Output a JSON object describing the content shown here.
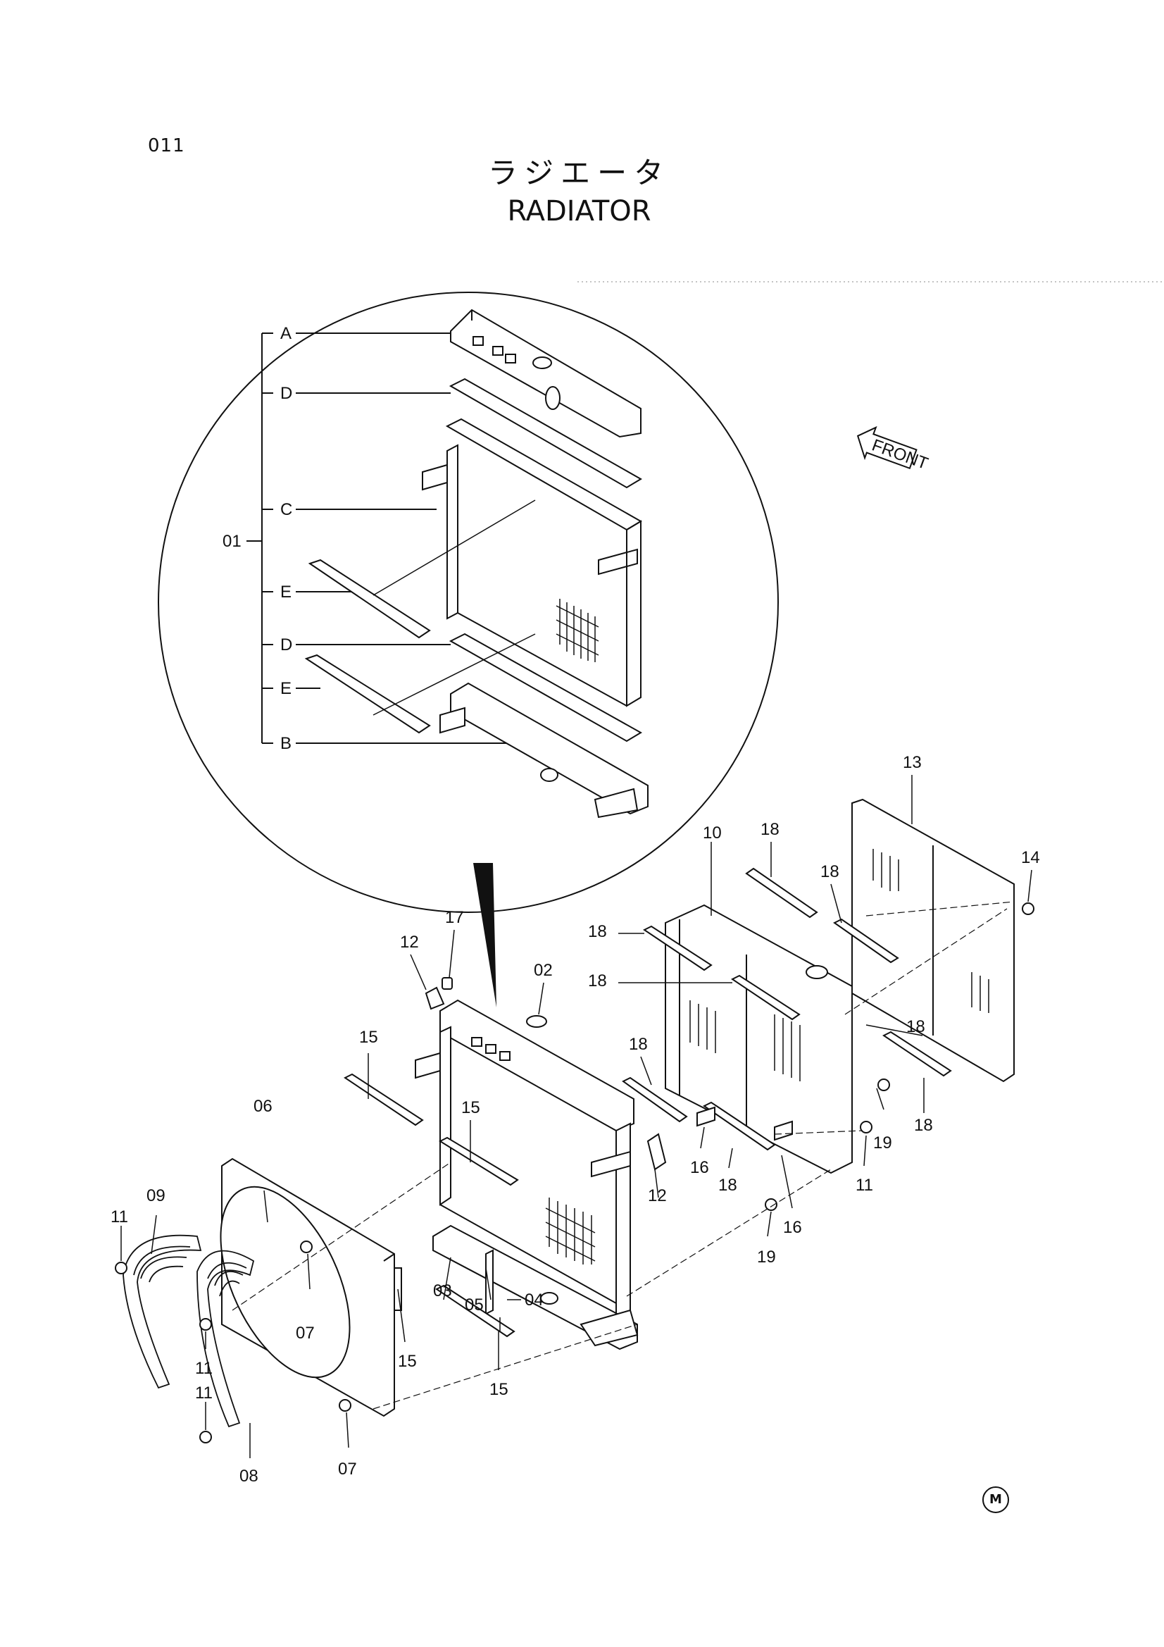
{
  "header": {
    "page_code": "011",
    "title_jp": "ラジエータ",
    "title_en": "RADIATOR"
  },
  "front_arrow_label": "FRONT",
  "assembly_bracket": {
    "parent": "01",
    "subparts": [
      "A",
      "D",
      "C",
      "E",
      "D",
      "E",
      "B"
    ]
  },
  "callouts": [
    "02",
    "03",
    "04",
    "05",
    "06",
    "07",
    "07",
    "08",
    "09",
    "10",
    "11",
    "11",
    "11",
    "11",
    "12",
    "12",
    "13",
    "14",
    "15",
    "15",
    "15",
    "15",
    "16",
    "16",
    "17",
    "18",
    "18",
    "18",
    "18",
    "18",
    "18",
    "18",
    "19",
    "19"
  ],
  "footer_mark": "M"
}
